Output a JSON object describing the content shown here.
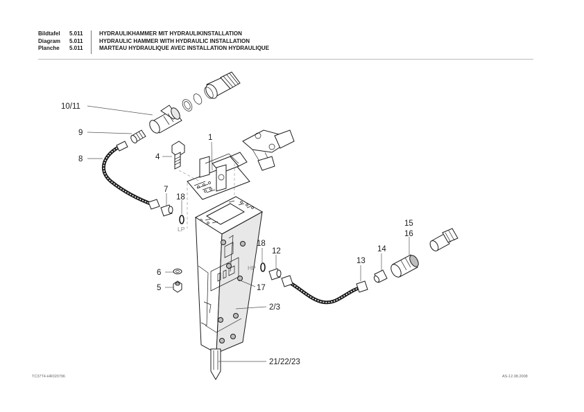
{
  "header": {
    "labels": [
      "Bildtafel",
      "Diagram",
      "Planche"
    ],
    "numbers": [
      "5.011",
      "5.011",
      "5.011"
    ],
    "titles": [
      "HYDRAULIKHAMMER MIT HYDRAULIKINSTALLATION",
      "HYDRAULIC HAMMER WITH HYDRAULIC INSTALLATION",
      "MARTEAU HYDRAULIQUE AVEC INSTALLATION HYDRAULIQUE"
    ]
  },
  "footer": {
    "left": "TC37T4-HR020796",
    "right": "AS-12.08.2008"
  },
  "callouts": {
    "c10_11": "10/11",
    "c9": "9",
    "c8": "8",
    "c4": "4",
    "c1": "1",
    "c7": "7",
    "c18a": "18",
    "c18b": "18",
    "c12": "12",
    "c6": "6",
    "c5": "5",
    "c17": "17",
    "c2_3": "2/3",
    "c21_22_23": "21/22/23",
    "c13": "13",
    "c14": "14",
    "c15": "15",
    "c16": "16"
  },
  "port_labels": {
    "lp": "LP",
    "hp": "HP"
  }
}
